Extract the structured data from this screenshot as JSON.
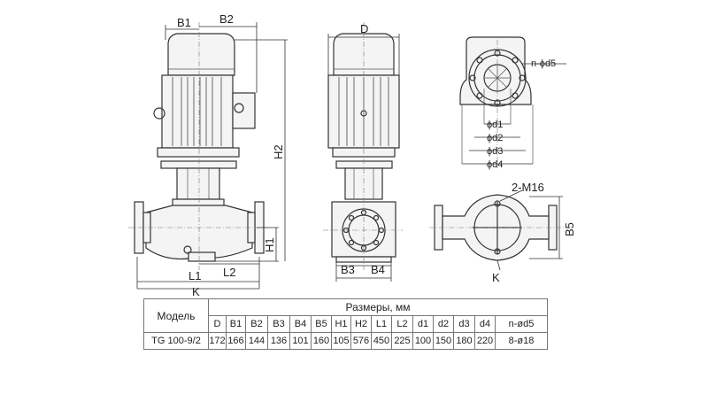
{
  "drawing_labels": {
    "B1": "B1",
    "B2": "B2",
    "H2": "H2",
    "H1": "H1",
    "L1": "L1",
    "L2": "L2",
    "K": "K",
    "D": "D",
    "B3": "B3",
    "B4": "B4",
    "n_d5": "n-ϕd5",
    "d1": "ϕd1",
    "d2": "ϕd2",
    "d3": "ϕd3",
    "d4": "ϕd4",
    "M16": "2-M16",
    "B5": "B5",
    "K2": "K"
  },
  "table": {
    "model_header": "Модель",
    "group_header": "Размеры, мм",
    "columns": [
      "D",
      "B1",
      "B2",
      "B3",
      "B4",
      "B5",
      "H1",
      "H2",
      "L1",
      "L2",
      "d1",
      "d2",
      "d3",
      "d4",
      "n-ød5"
    ],
    "rows": [
      {
        "model": "TG 100-9/2",
        "values": [
          "172",
          "166",
          "144",
          "136",
          "101",
          "160",
          "105",
          "576",
          "450",
          "225",
          "100",
          "150",
          "180",
          "220",
          "8-ø18"
        ]
      }
    ]
  }
}
